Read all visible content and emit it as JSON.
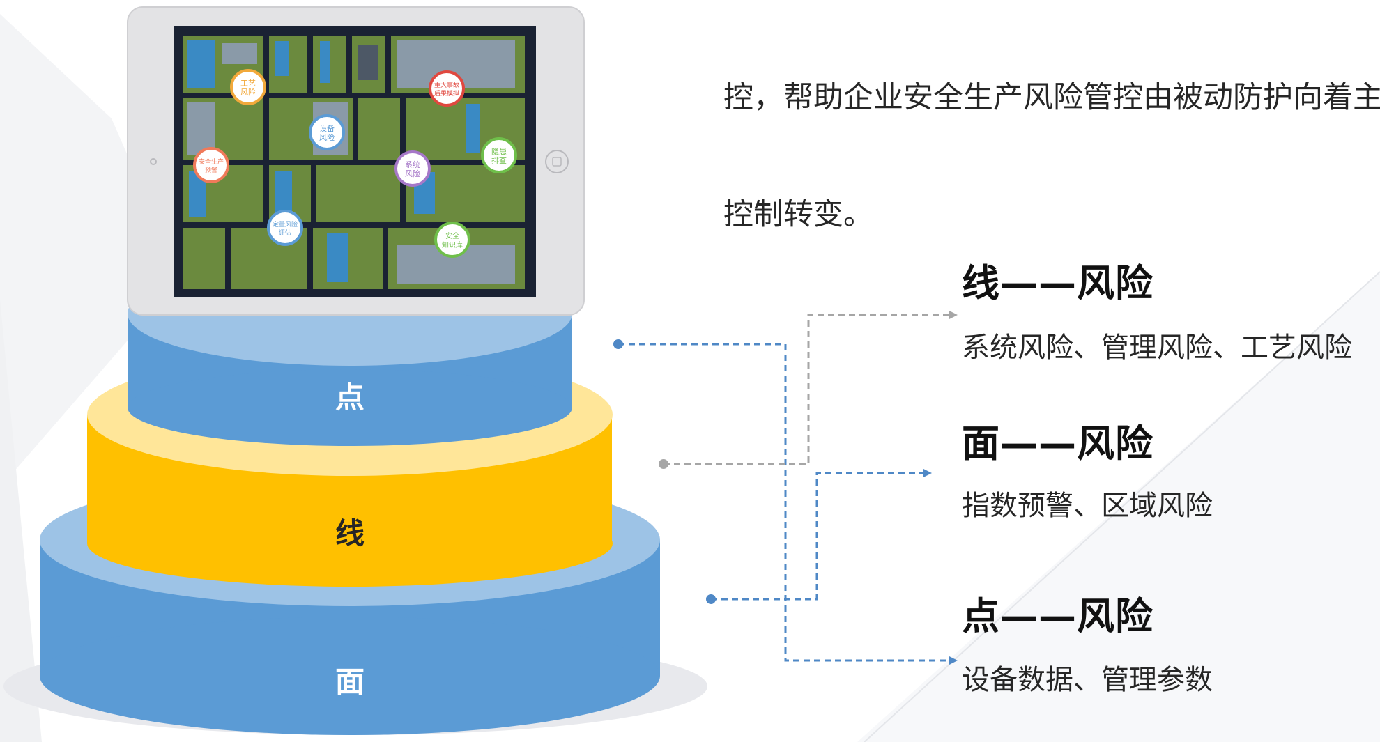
{
  "intro": {
    "line1": "控，帮助企业安全生产风险管控由被动防护向着主动",
    "line2": "控制转变。"
  },
  "pyramid": {
    "top_label": "点",
    "middle_label": "线",
    "bottom_label": "面",
    "colors": {
      "blue": "#5b9bd5",
      "blue_light": "#9dc3e6",
      "yellow": "#ffc000",
      "yellow_light": "#ffe699"
    }
  },
  "tablet_map": {
    "pins": [
      {
        "label": "工艺\n风险",
        "color": "#f2a93b"
      },
      {
        "label": "重大事故\n后果模拟",
        "color": "#e0483f"
      },
      {
        "label": "设备\n风险",
        "color": "#5b9bd5"
      },
      {
        "label": "安全生产\n预警",
        "color": "#f07a5a"
      },
      {
        "label": "系统\n风险",
        "color": "#a678c8"
      },
      {
        "label": "隐患\n排查",
        "color": "#6fbf4a"
      },
      {
        "label": "定量风险\n评估",
        "color": "#5b9bd5"
      },
      {
        "label": "安全\n知识库",
        "color": "#6fbf4a"
      }
    ]
  },
  "risks": [
    {
      "title": "线——风险",
      "desc": "系统风险、管理风险、工艺风险"
    },
    {
      "title": "面——风险",
      "desc": "指数预警、区域风险"
    },
    {
      "title": "点——风险",
      "desc": "设备数据、管理参数"
    }
  ]
}
